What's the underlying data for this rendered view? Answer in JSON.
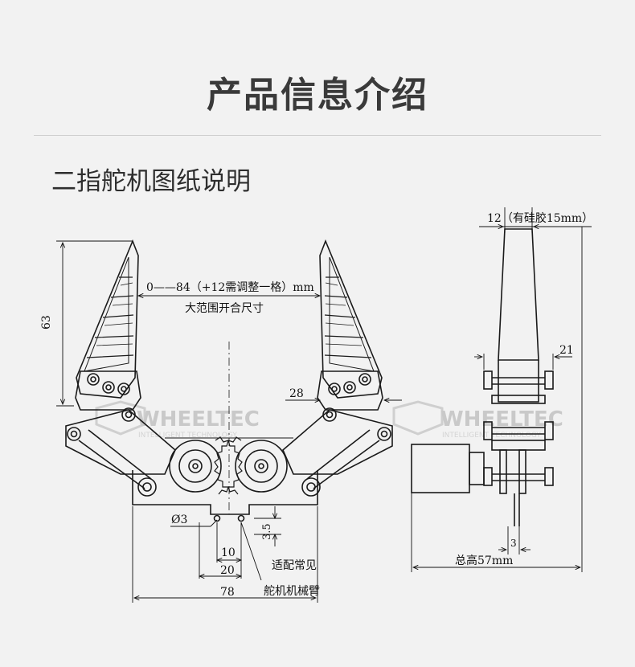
{
  "header": {
    "title": "产品信息介绍"
  },
  "section": {
    "title": "二指舵机图纸说明"
  },
  "watermark": {
    "brand": "WHEELTEC",
    "tagline": "INTELLIGENT TECHNOLOGY"
  },
  "labels": {
    "opening_range": "0——84（+12需调整一格）mm",
    "opening_caption": "大范围开合尺寸",
    "height_63": "63",
    "dim_28": "28",
    "hole_dia": "Ø3",
    "dim_3_5": "3.5",
    "dim_10": "10",
    "dim_20": "20",
    "dim_78": "78",
    "servo_arm_1": "适配常见",
    "servo_arm_2": "舵机机械臂",
    "silicone": "12（有硅胶15mm）",
    "dim_21": "21",
    "dim_3": "3",
    "total_height": "总高57mm"
  },
  "colors": {
    "line": "#1a1a1a",
    "background": "#f2f2f2",
    "title": "#3a3a3a"
  }
}
